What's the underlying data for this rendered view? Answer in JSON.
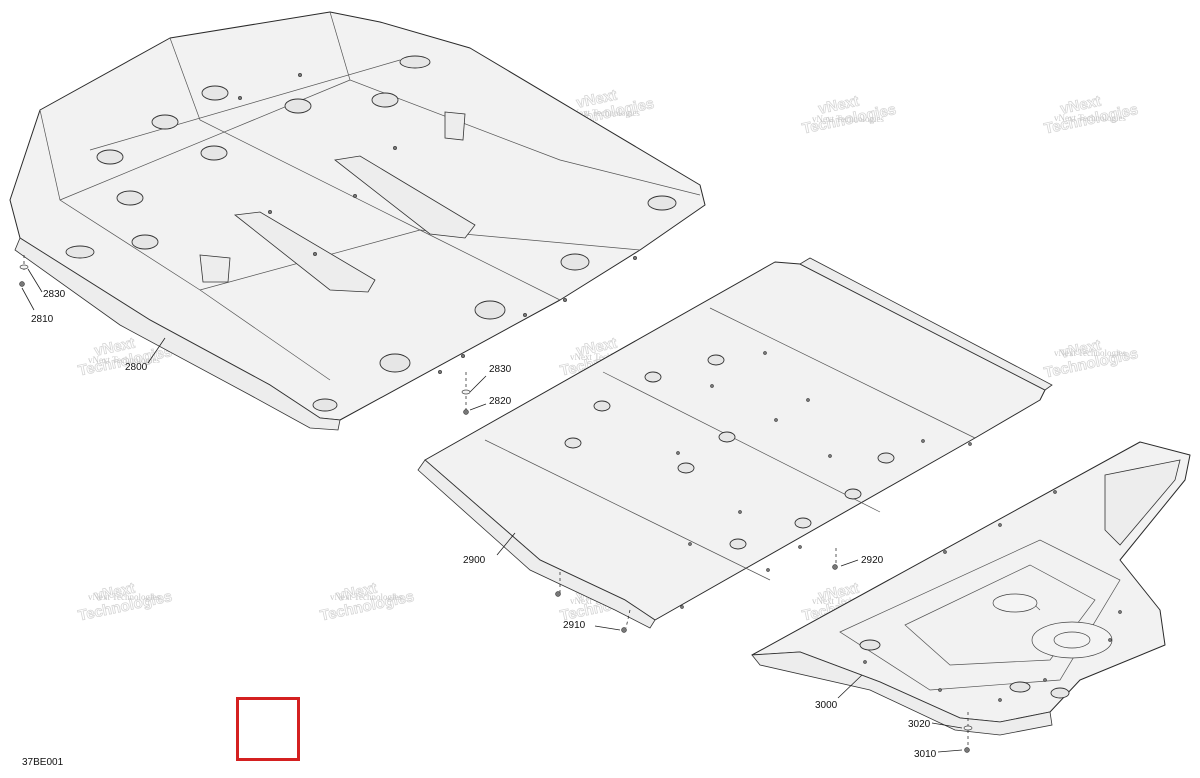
{
  "diagram": {
    "document_code": "37BE001",
    "watermark": {
      "line1": "vNext Technologies",
      "line2": "vNext",
      "line3": "Technologies"
    },
    "callouts": {
      "c2830a": "2830",
      "c2810": "2810",
      "c2800": "2800",
      "c2830b": "2830",
      "c2820": "2820",
      "c2900": "2900",
      "c2910": "2910",
      "c2920": "2920",
      "c3000": "3000",
      "c3020": "3020",
      "c3010": "3010"
    },
    "colors": {
      "highlight_box": "#d42020",
      "linework": "#2a2a2a",
      "watermark": "#c9c9c9"
    }
  }
}
